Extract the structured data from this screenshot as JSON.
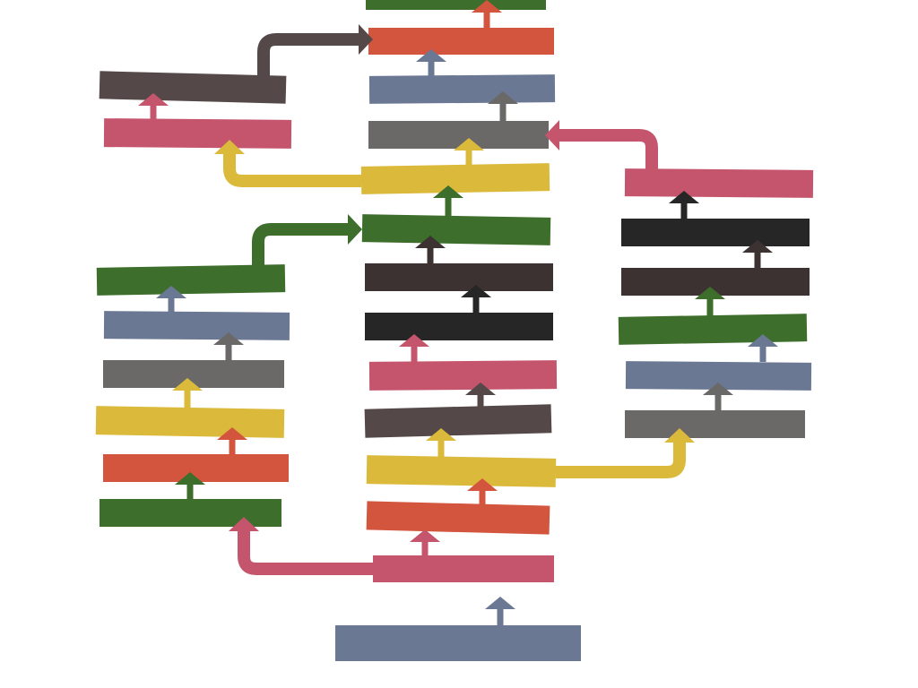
{
  "colors": {
    "green": "#3d6e2b",
    "red": "#d4553e",
    "slate": "#6a7893",
    "gray": "#6b6967",
    "pink": "#c5556c",
    "yellow": "#dbb93a",
    "darkbrown": "#3d3232",
    "brown": "#554848",
    "black": "#262626"
  },
  "blocks": [
    {
      "id": "root",
      "color": "slate",
      "tilt": 0
    },
    {
      "id": "c1",
      "color": "pink",
      "tilt": 0
    },
    {
      "id": "c2",
      "color": "red",
      "tilt": 1.5
    },
    {
      "id": "c3",
      "color": "yellow",
      "tilt": 1
    },
    {
      "id": "c4",
      "color": "brown",
      "tilt": -1.5
    },
    {
      "id": "c5",
      "color": "pink",
      "tilt": -0.5
    },
    {
      "id": "c6",
      "color": "black",
      "tilt": 0
    },
    {
      "id": "c7",
      "color": "darkbrown",
      "tilt": 0
    },
    {
      "id": "c8",
      "color": "green",
      "tilt": 1
    },
    {
      "id": "c9",
      "color": "yellow",
      "tilt": -1
    },
    {
      "id": "c10",
      "color": "gray",
      "tilt": 0
    },
    {
      "id": "c11",
      "color": "slate",
      "tilt": -0.5
    },
    {
      "id": "c12",
      "color": "red",
      "tilt": 0
    },
    {
      "id": "c13",
      "color": "green",
      "tilt": 0
    },
    {
      "id": "l1",
      "color": "green",
      "tilt": 0
    },
    {
      "id": "l2",
      "color": "red",
      "tilt": 0
    },
    {
      "id": "l3",
      "color": "yellow",
      "tilt": 1
    },
    {
      "id": "l4",
      "color": "gray",
      "tilt": 0
    },
    {
      "id": "l5",
      "color": "slate",
      "tilt": 0.5
    },
    {
      "id": "l6",
      "color": "green",
      "tilt": -1
    },
    {
      "id": "u1",
      "color": "pink",
      "tilt": 0.5
    },
    {
      "id": "u2",
      "color": "brown",
      "tilt": 1.5
    },
    {
      "id": "r1",
      "color": "gray",
      "tilt": 0
    },
    {
      "id": "r2",
      "color": "slate",
      "tilt": 0.5
    },
    {
      "id": "r3",
      "color": "green",
      "tilt": -1
    },
    {
      "id": "r4",
      "color": "darkbrown",
      "tilt": 0
    },
    {
      "id": "r5",
      "color": "black",
      "tilt": 0
    },
    {
      "id": "r6",
      "color": "pink",
      "tilt": 0.5
    }
  ],
  "up_arrows": [
    {
      "color": "slate"
    },
    {
      "color": "pink"
    },
    {
      "color": "red"
    },
    {
      "color": "yellow"
    },
    {
      "color": "brown"
    },
    {
      "color": "pink"
    },
    {
      "color": "black"
    },
    {
      "color": "darkbrown"
    },
    {
      "color": "green"
    },
    {
      "color": "yellow"
    },
    {
      "color": "gray"
    },
    {
      "color": "slate"
    },
    {
      "color": "red"
    },
    {
      "color": "green"
    },
    {
      "color": "red"
    },
    {
      "color": "yellow"
    },
    {
      "color": "gray"
    },
    {
      "color": "slate"
    },
    {
      "color": "pink"
    },
    {
      "color": "gray"
    },
    {
      "color": "slate"
    },
    {
      "color": "green"
    },
    {
      "color": "darkbrown"
    },
    {
      "color": "black"
    }
  ],
  "connectors": [
    {
      "id": "pink-to-left",
      "color": "pink"
    },
    {
      "id": "yellow-to-right",
      "color": "yellow"
    },
    {
      "id": "green-to-center",
      "color": "green"
    },
    {
      "id": "yellow-to-upper-left",
      "color": "yellow"
    },
    {
      "id": "pink-to-center",
      "color": "pink"
    },
    {
      "id": "brown-to-center",
      "color": "brown"
    }
  ]
}
